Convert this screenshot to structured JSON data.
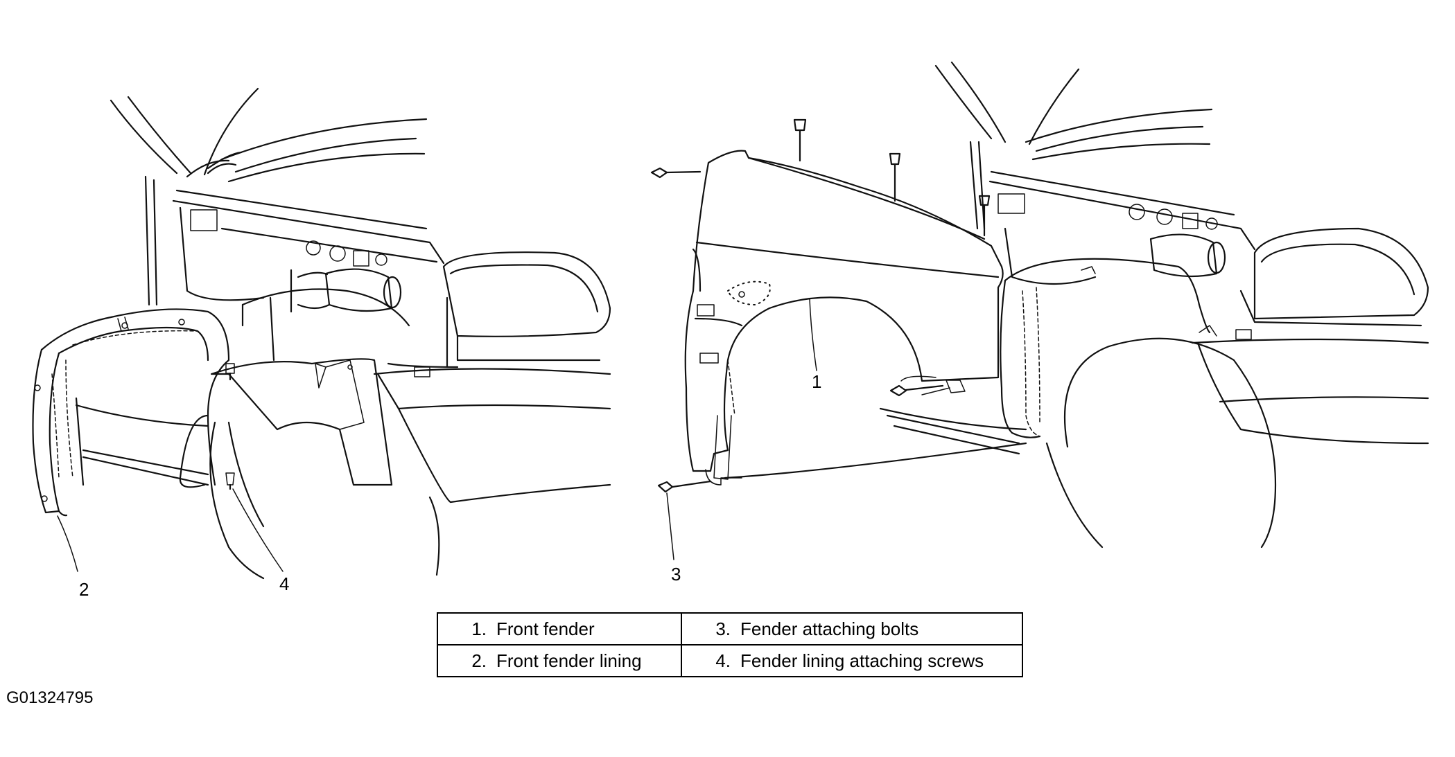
{
  "callouts": {
    "left_lining": "2",
    "left_screw": "4",
    "right_fender": "1",
    "right_bolt": "3"
  },
  "legend": [
    [
      {
        "num": "1.",
        "label": "Front fender"
      },
      {
        "num": "3.",
        "label": "Fender attaching bolts"
      }
    ],
    [
      {
        "num": "2.",
        "label": "Front fender lining"
      },
      {
        "num": "4.",
        "label": "Fender lining attaching screws"
      }
    ]
  ],
  "figure_id": "G01324795"
}
